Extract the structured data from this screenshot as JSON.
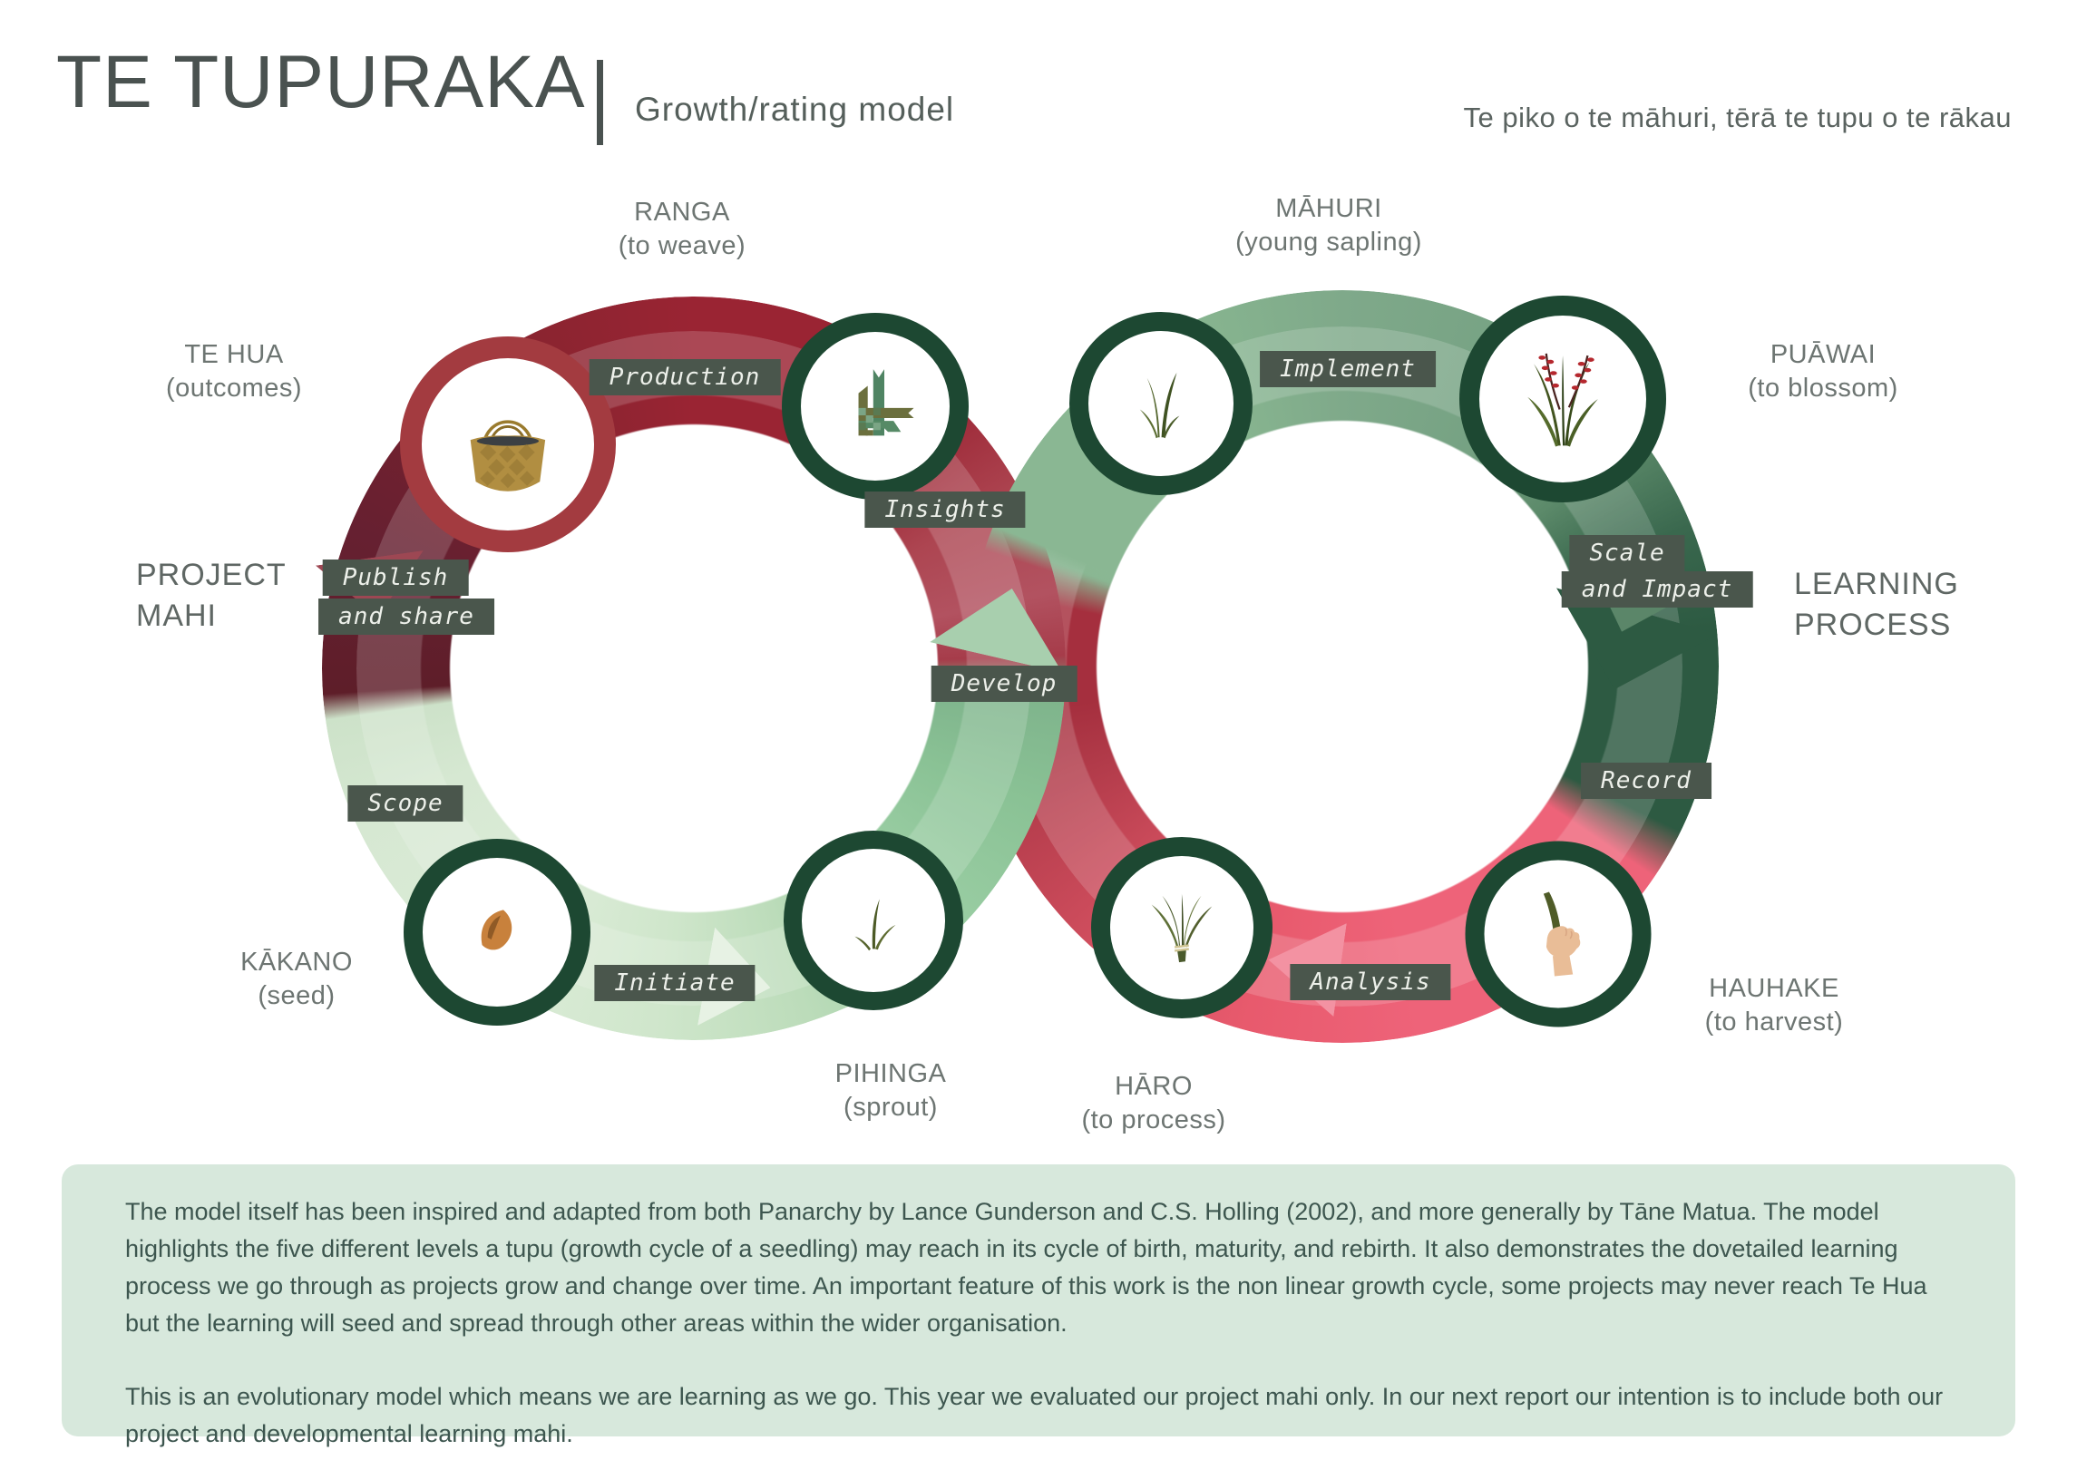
{
  "header": {
    "title": "TE TUPURAKA",
    "subtitle": "Growth/rating model",
    "tagline": "Te piko o te māhuri, tērā te tupu o te rākau"
  },
  "cycles": {
    "left_line1": "PROJECT",
    "left_line2": "MAHI",
    "right_line1": "LEARNING",
    "right_line2": "PROCESS"
  },
  "stages": {
    "ranga": {
      "name": "RANGA",
      "gloss": "(to weave)",
      "icon": "raranga-weaving-icon"
    },
    "te_hua": {
      "name": "TE HUA",
      "gloss": "(outcomes)",
      "icon": "kete-basket-icon"
    },
    "mahuri": {
      "name": "MĀHURI",
      "gloss": "(young sapling)",
      "icon": "sapling-icon"
    },
    "puawai": {
      "name": "PUĀWAI",
      "gloss": "(to blossom)",
      "icon": "flowering-flax-icon"
    },
    "kakano": {
      "name": "KĀKANO",
      "gloss": "(seed)",
      "icon": "seed-icon"
    },
    "pihinga": {
      "name": "PIHINGA",
      "gloss": "(sprout)",
      "icon": "sprout-icon"
    },
    "haro": {
      "name": "HĀRO",
      "gloss": "(to process)",
      "icon": "flax-bundle-icon"
    },
    "hauhake": {
      "name": "HAUHAKE",
      "gloss": "(to harvest)",
      "icon": "hand-harvest-icon"
    }
  },
  "process_labels": {
    "production": "Production",
    "insights": "Insights",
    "publish_line1": "Publish",
    "publish_line2": "and share",
    "scope": "Scope",
    "initiate": "Initiate",
    "develop": "Develop",
    "implement": "Implement",
    "scale_line1": "Scale",
    "scale_line2": "and Impact",
    "record": "Record",
    "analysis": "Analysis"
  },
  "footer": {
    "paragraph1": "The model itself has been inspired and adapted from both Panarchy by Lance Gunderson and C.S. Holling (2002), and more generally by Tāne Matua. The model highlights the five different levels a tupu (growth cycle of a seedling) may reach in its cycle of birth, maturity, and rebirth.  It also demonstrates the dovetailed learning process we go through as projects grow and change over time. An important feature of this work is the non linear growth cycle, some projects may never reach Te Hua but the learning will seed and spread through other areas within the wider organisation.",
    "paragraph2": "This is an evolutionary model which means we are learning as we go. This year we evaluated our project mahi only. In our next report our intention is to include both our project and developmental learning mahi."
  },
  "colors": {
    "dark_red": "#9a2433",
    "maroon": "#5e1e29",
    "light_green": "#dcecd8",
    "mid_green": "#8cc297",
    "sage_green": "#7fa98a",
    "dark_green": "#2d5a42",
    "pink": "#ee6379",
    "node_ring_green": "#1d4832",
    "node_ring_red": "#a33b40",
    "label_box": "#4a564c",
    "panel_bg": "#d7e8dc",
    "stage_text": "#6d7572",
    "body_text": "#3d564f"
  }
}
